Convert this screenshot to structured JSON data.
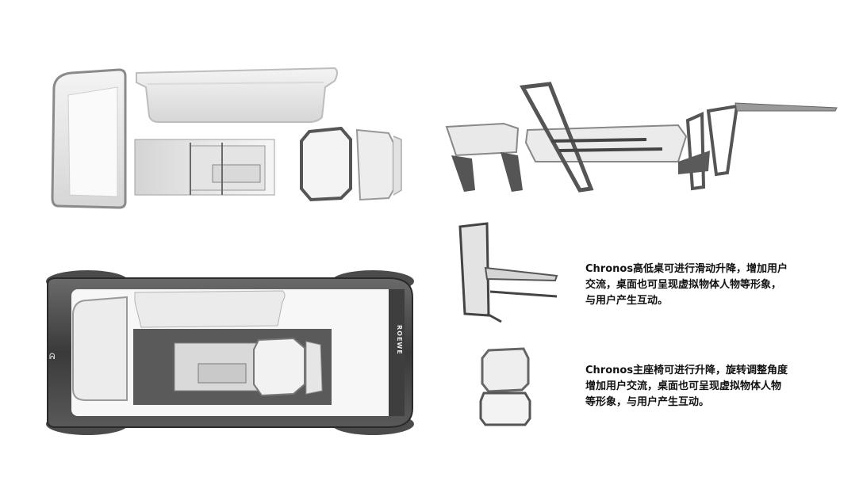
{
  "brand": {
    "logo_text": "ROEWE"
  },
  "captions": {
    "desk": {
      "lines": [
        "Chronos高低桌可进行滑动升降，增加用户",
        "交流，桌面也可呈现虚拟物体人物等形象，",
        "与用户产生互动。"
      ]
    },
    "seat": {
      "lines": [
        "Chronos主座椅可进行升降，旋转调整角度",
        "增加用户交流，桌面也可呈现虚拟物体人物",
        "等形象，与用户产生互动。"
      ]
    }
  }
}
